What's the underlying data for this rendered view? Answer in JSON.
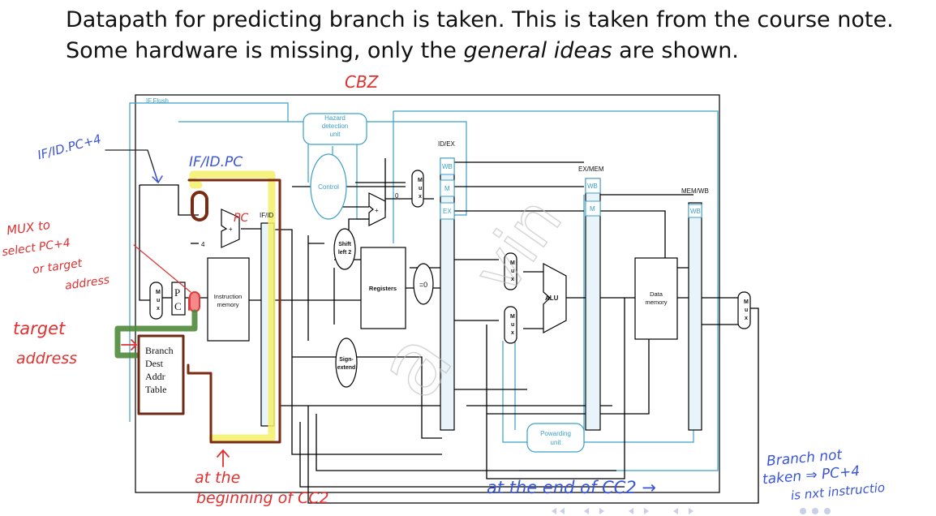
{
  "caption": {
    "part1": "Datapath for predicting branch is taken. This is taken from the course note. Some hardware is missing, only the ",
    "emph": "general ideas",
    "part2": " are shown."
  },
  "blocks": {
    "if_flush": "IF.Flush",
    "hazard": [
      "Hazard",
      "detection",
      "unit"
    ],
    "control": "Control",
    "id_ex": "ID/EX",
    "ex_mem": "EX/MEM",
    "mem_wb": "MEM/WB",
    "if_id": "IF/ID",
    "wb": "WB",
    "m": "M",
    "ex": "EX",
    "mux": [
      "M",
      "u",
      "x"
    ],
    "pc": [
      "P",
      "C"
    ],
    "four": "4",
    "plus": "+",
    "zero": "0",
    "instr_mem": [
      "Instruction",
      "memory"
    ],
    "shift": [
      "Shift",
      "left 2"
    ],
    "registers": "Registers",
    "eq": "=0",
    "alu": "ALU",
    "data_mem": [
      "Data",
      "memory"
    ],
    "sign": [
      "Sign-",
      "extend"
    ],
    "fwd": [
      "Powarding",
      "unit"
    ],
    "bdat": [
      "Branch",
      "Dest",
      "Addr",
      "Table"
    ]
  },
  "annotations": {
    "cbz": "CBZ",
    "ifid_pc4": "IF/ID.PC+4",
    "ifid_pc": "IF/ID.PC",
    "pc": "PC",
    "mux_note": [
      "MUX to",
      "select PC+4",
      "or target",
      "address"
    ],
    "target": [
      "target",
      "address"
    ],
    "beginning": [
      "at the",
      "beginning of CC2"
    ],
    "end": "at the end of CC2 →",
    "not_taken": [
      "Branch not",
      "taken ⇒ PC+4",
      "is nxt instructio"
    ],
    "watermark": "a",
    "watermark2": "vin"
  }
}
